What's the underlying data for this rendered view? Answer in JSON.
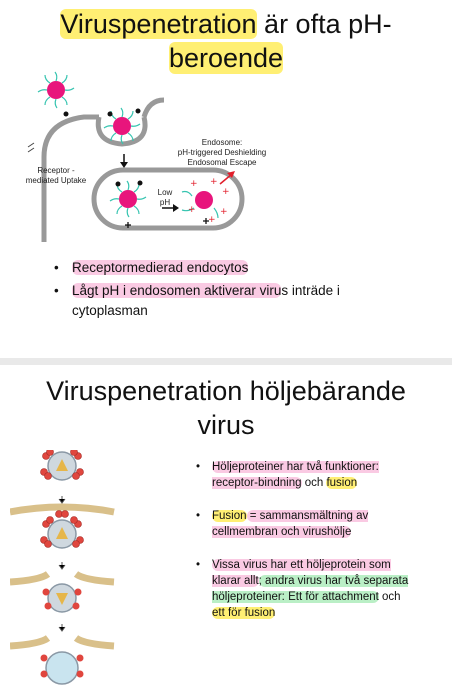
{
  "slide1": {
    "title_word": "Viruspenetration",
    "title_rest": "är ofta pH-",
    "title_line2": "beroende",
    "diagram": {
      "label_uptake_1": "Receptor -",
      "label_uptake_2": "mediated Uptake",
      "label_endosome_1": "Endosome:",
      "label_endosome_2": "pH-triggered Deshielding",
      "label_endosome_3": "Endosomal Escape",
      "label_low": "Low",
      "label_ph": "pH"
    },
    "bullets": [
      {
        "text": "Receptormedierad endocytos"
      },
      {
        "highlighted": "Lågt pH i endosomen aktiverar viru",
        "rest": "s inträde i cytoplasman"
      }
    ]
  },
  "slide2": {
    "title_line1": "Viruspenetration höljebärande",
    "title_line2": "virus",
    "bullets": [
      {
        "a": "Höljeproteiner har två funktioner: receptor-bindning",
        "b": " och ",
        "c": "fusion"
      },
      {
        "a": "Fusion",
        "b": " = sammansmältning av cellmembran och virushölje"
      },
      {
        "a": "Vissa virus har ett höljeprotein som klarar allt",
        "b": "; andra virus har två separata höljeproteiner: Ett för attachment",
        "c": " och ",
        "d": "ett för fusion"
      }
    ]
  },
  "colors": {
    "highlight_yellow": "#ffec5a",
    "highlight_pink": "#f69ecc",
    "highlight_green": "#8ce4a0",
    "virus_core": "#e8157c",
    "spike": "#36c4b0",
    "red_plus": "#e11e2b",
    "envelope_red": "#e0463e",
    "membrane_tan": "#d9c08a"
  }
}
